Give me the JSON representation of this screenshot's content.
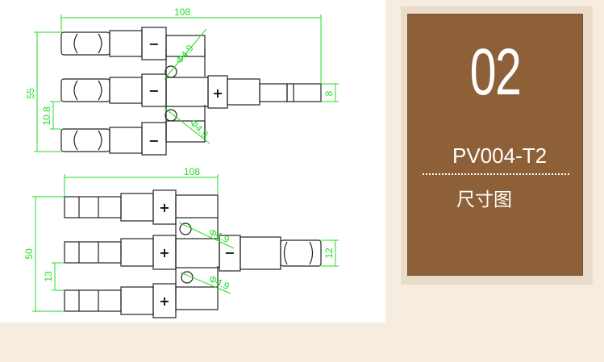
{
  "card": {
    "number": "02",
    "model": "PV004-T2",
    "label": "尺寸图"
  },
  "drawing_top": {
    "length": "108",
    "height": "55",
    "pitch": "10.8",
    "diameter_1": "Φ4.9",
    "diameter_2": "Φ4.9",
    "end_width": "8",
    "minus_sign": "−",
    "plus_sign": "+"
  },
  "drawing_bottom": {
    "length": "108",
    "height": "50",
    "pitch": "13",
    "diameter_1": "Φ4.9",
    "diameter_2": "Φ4.9",
    "end_width": "12",
    "minus_sign": "−",
    "plus_sign": "+"
  },
  "colors": {
    "dimension_lines": "#22dd22",
    "part_outline": "#222222",
    "card_background": "#8d6038",
    "card_frame": "#eadcca",
    "page_background": "#f7ece0"
  }
}
